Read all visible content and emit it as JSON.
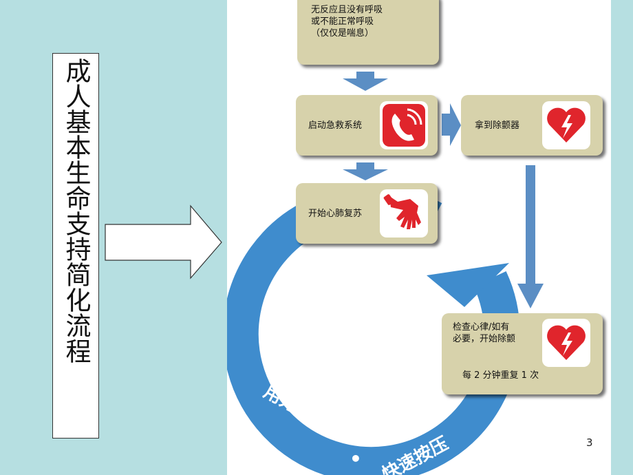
{
  "title": "成人基本生命支持简化流程",
  "page_number": "3",
  "steps": {
    "start": "无反应且没有呼吸\n或不能正常呼吸\n（仅仅是喘息）",
    "call": "启动急救系统",
    "aed": "拿到除颤器",
    "cpr": "开始心肺复苏",
    "check": "检查心律/如有\n必要，开始除颤",
    "repeat": "每 2 分钟重复 1 次"
  },
  "cycle_text": {
    "left": "用力按压",
    "dot": "•",
    "right": "快速按压"
  },
  "colors": {
    "background": "#b6dfe1",
    "step_box": "#d7d2ab",
    "arrow": "#5b8ec4",
    "cycle": "#3f8ccd",
    "icon_red": "#e0252c"
  }
}
